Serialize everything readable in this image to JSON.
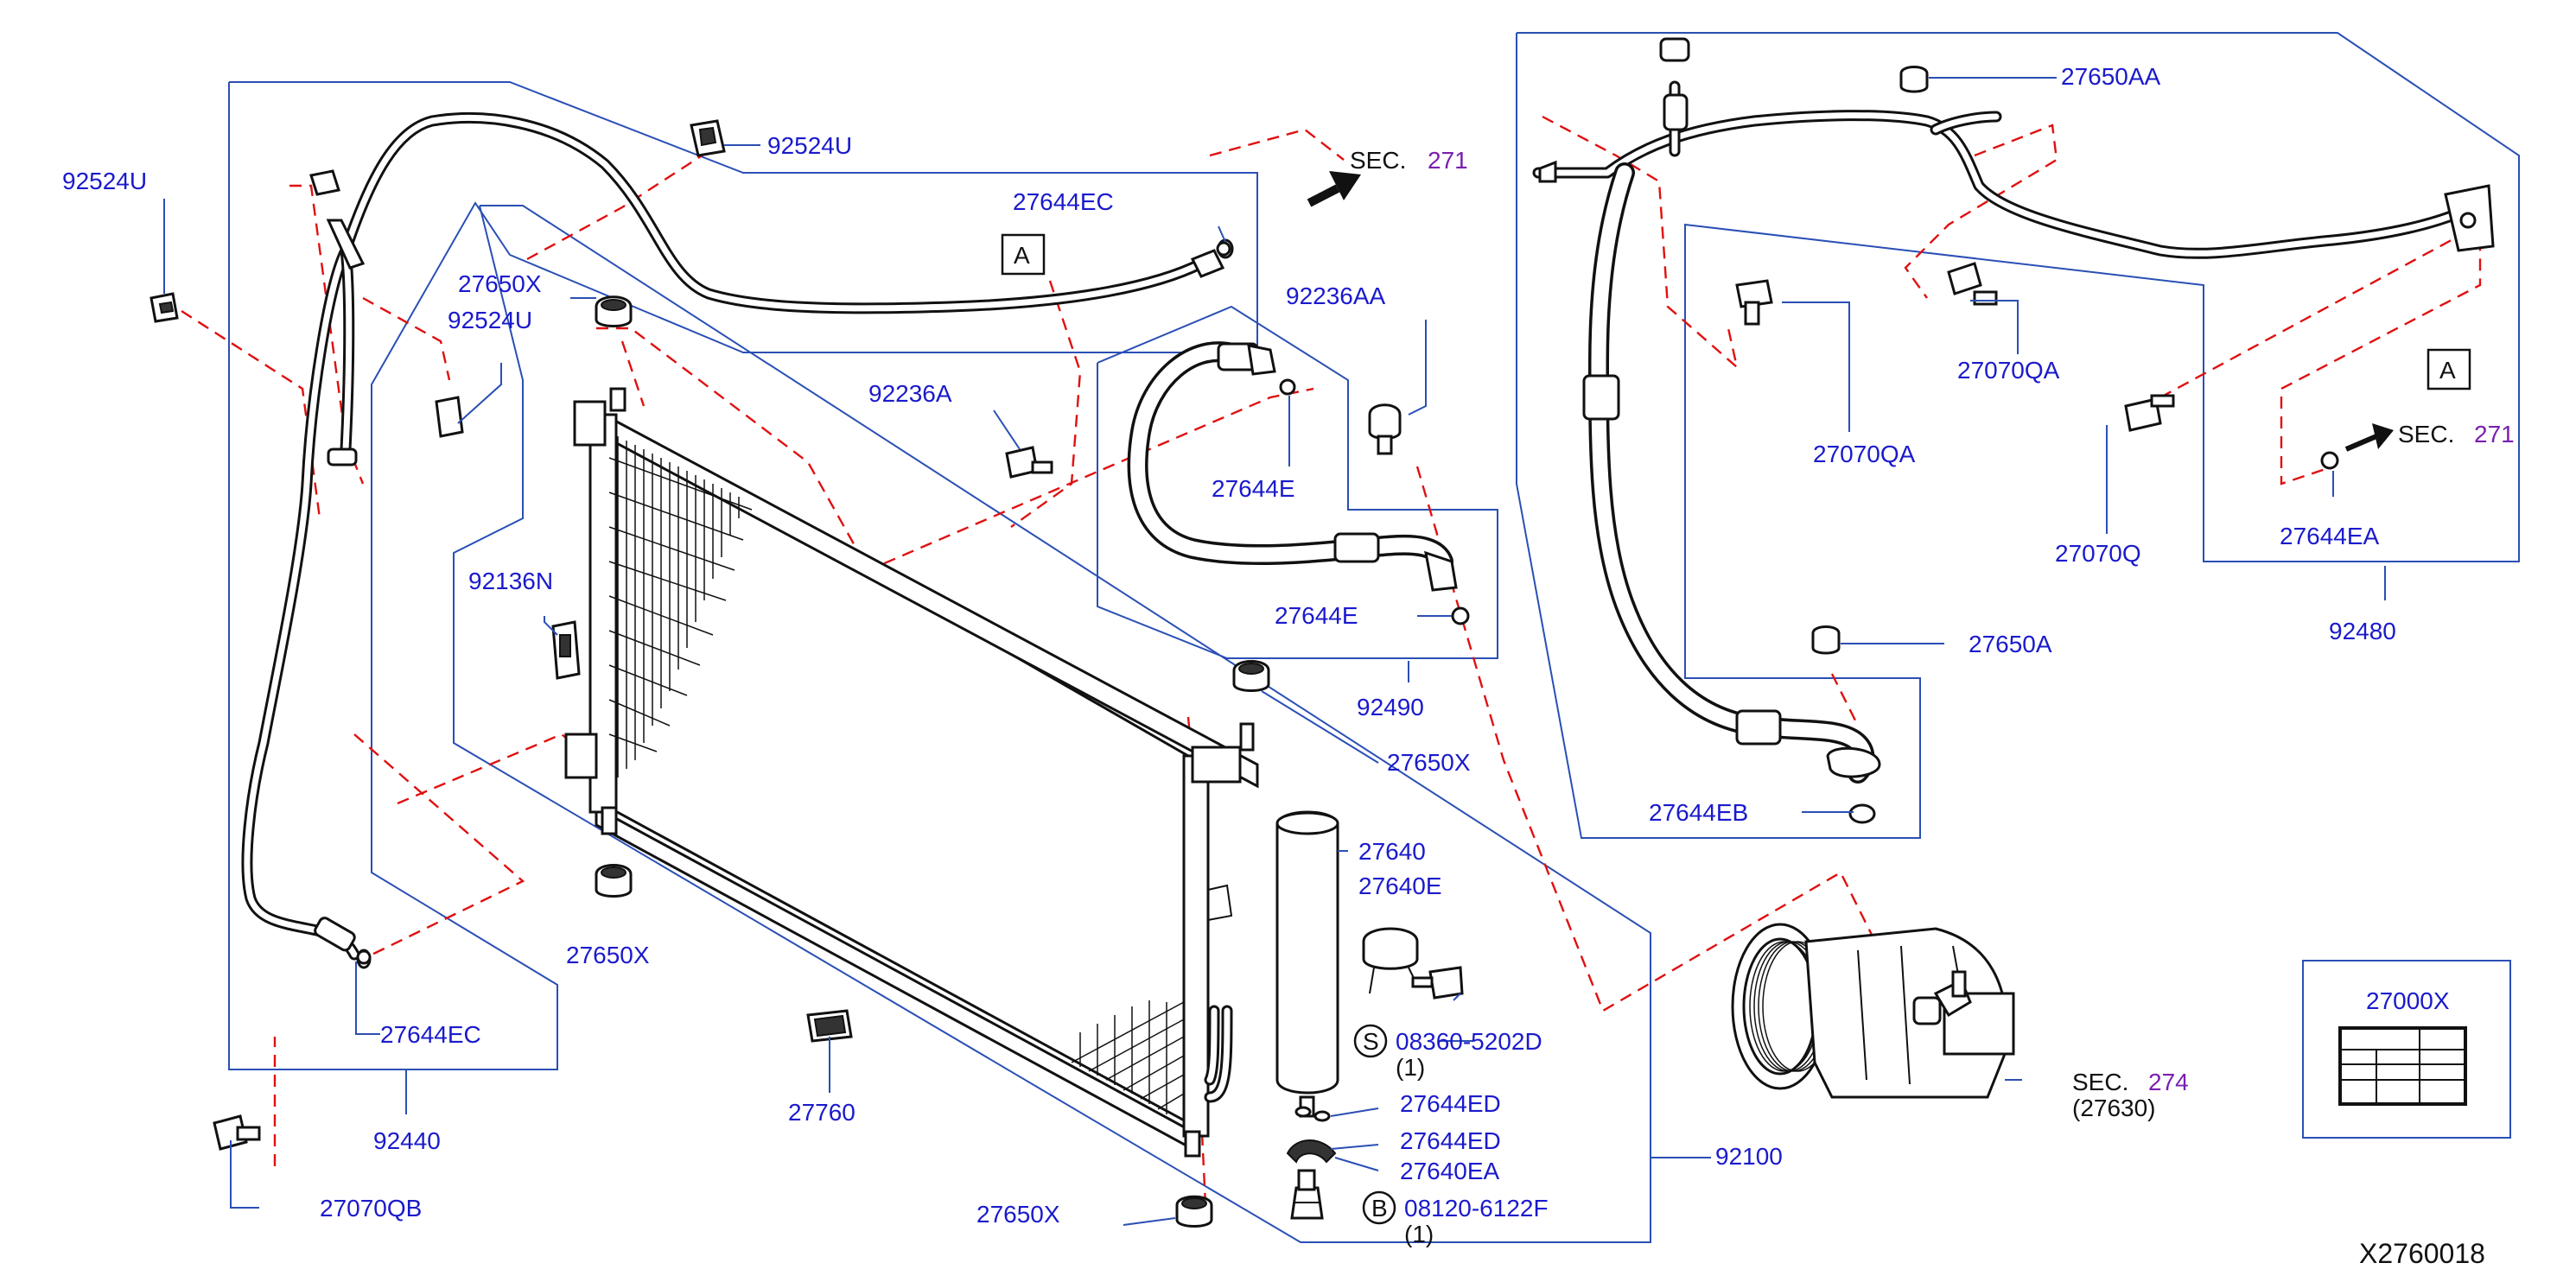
{
  "diagram_id": "X2760018",
  "labels": {
    "p92524U_left": "92524U",
    "p92524U_top": "92524U",
    "p92524U_mid": "92524U",
    "p27650X_top": "27650X",
    "p27644EC_top": "27644EC",
    "sec271_top": "SEC.",
    "sec271_top_num": "271",
    "boxA_left": "A",
    "p92236AA": "92236AA",
    "p92236A": "92236A",
    "p27644E_a": "27644E",
    "p27644E_b": "27644E",
    "p92136N": "92136N",
    "p92490": "92490",
    "p27650X_right": "27650X",
    "p27640": "27640",
    "p27640E": "27640E",
    "s_circle": "S",
    "p08360": "08360-5202D",
    "qty_s": "(1)",
    "p27644ED_a": "27644ED",
    "p27644ED_b": "27644ED",
    "p27640EA": "27640EA",
    "b_circle": "B",
    "p08120": "08120-6122F",
    "qty_b": "(1)",
    "p27650X_bottom": "27650X",
    "p27650X_mid": "27650X",
    "p27644EC_low": "27644EC",
    "p92440": "92440",
    "p27070QB": "27070QB",
    "p27760": "27760",
    "p92100": "92100",
    "p27650AA": "27650AA",
    "p27070QA_a": "27070QA",
    "p27070QA_b": "27070QA",
    "boxA_right": "A",
    "sec271_right": "SEC.",
    "sec271_right_num": "271",
    "p27070Q": "27070Q",
    "p27644EA": "27644EA",
    "p92480": "92480",
    "p27650A": "27650A",
    "p27644EB": "27644EB",
    "sec274": "SEC.",
    "sec274_num": "274",
    "p27630": "(27630)",
    "p27000X": "27000X"
  },
  "colors": {
    "label_blue": "#1a1acc",
    "section_purple": "#7a1fb0",
    "leader_blue": "#2a4fb5",
    "dashed_red": "#e01010",
    "line_black": "#111111"
  }
}
